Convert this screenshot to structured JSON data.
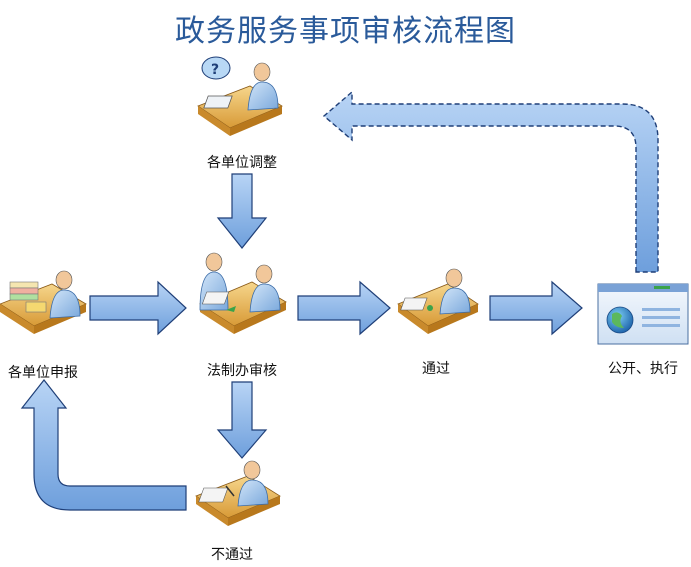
{
  "title": "政务服务事项审核流程图",
  "nodes": {
    "adjust": {
      "label": "各单位调整",
      "icon": "person-phone-icon"
    },
    "report": {
      "label": "各单位申报",
      "icon": "person-documents-icon"
    },
    "review": {
      "label": "法制办审核",
      "icon": "two-persons-meeting-icon"
    },
    "pass": {
      "label": "通过",
      "icon": "person-approve-icon"
    },
    "publish": {
      "label": "公开、执行",
      "icon": "web-page-globe-icon"
    },
    "reject": {
      "label": "不通过",
      "icon": "person-writing-icon"
    }
  },
  "colors": {
    "title": "#2a5a9a",
    "arrow_fill": "#8ab4e8",
    "arrow_stroke": "#1f3f78",
    "desk": "#e8b95a",
    "shirt": "#9ec3ea"
  }
}
